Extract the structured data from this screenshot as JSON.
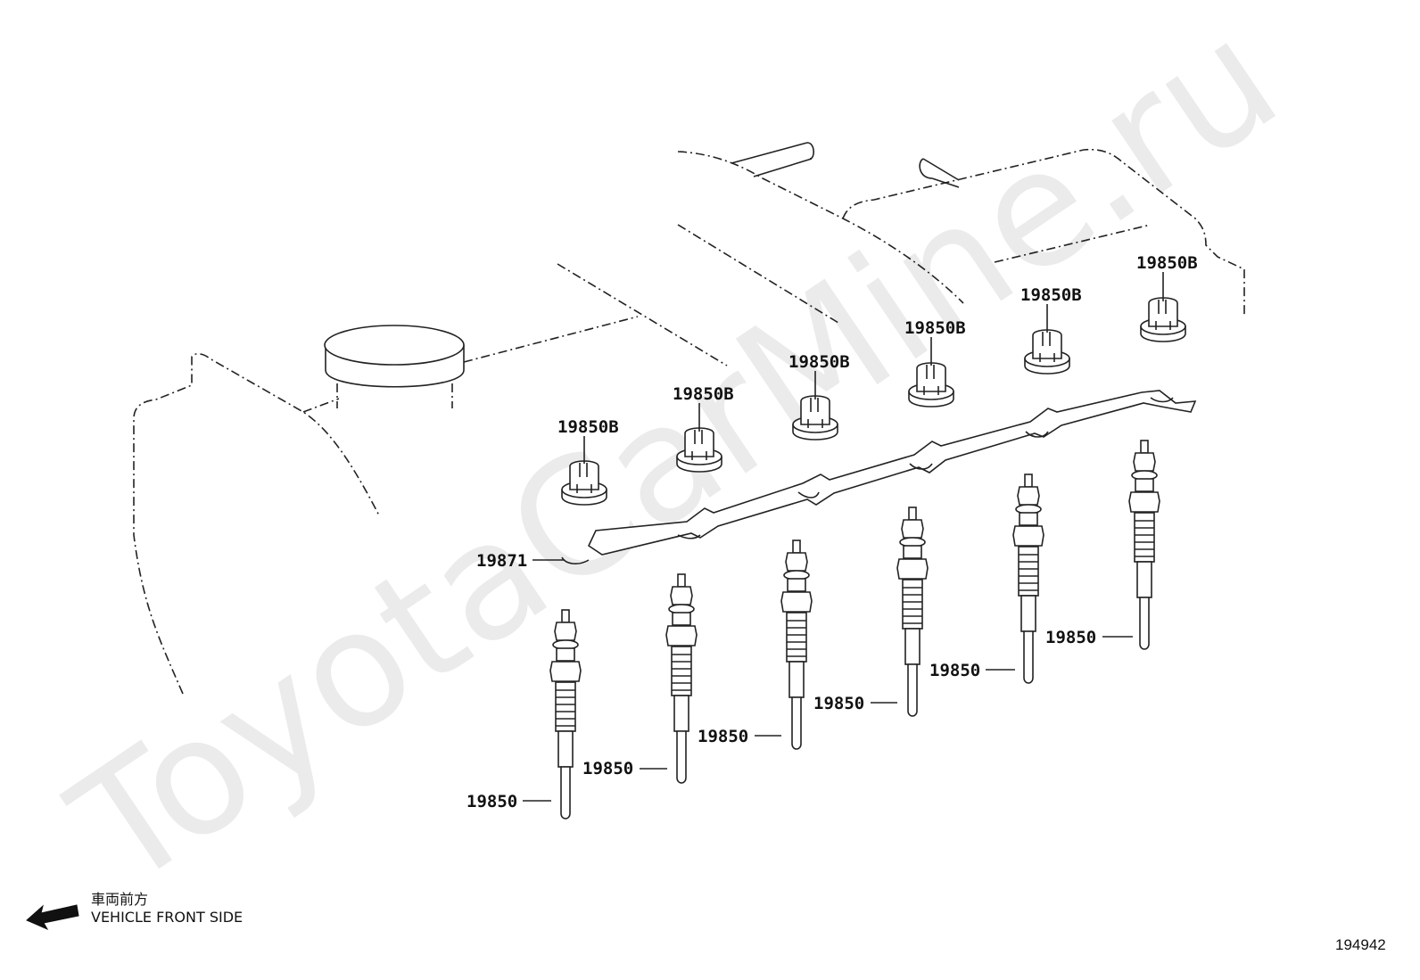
{
  "watermark": "ToyotaCarMine.ru",
  "figure_number": "194942",
  "direction_legend": {
    "label_ja": "車両前方",
    "label_en": "VEHICLE FRONT SIDE"
  },
  "part_labels": {
    "bus_bar": "19871",
    "nut_1": "19850B",
    "nut_2": "19850B",
    "nut_3": "19850B",
    "nut_4": "19850B",
    "nut_5": "19850B",
    "nut_6": "19850B",
    "plug_1": "19850",
    "plug_2": "19850",
    "plug_3": "19850",
    "plug_4": "19850",
    "plug_5": "19850",
    "plug_6": "19850"
  }
}
